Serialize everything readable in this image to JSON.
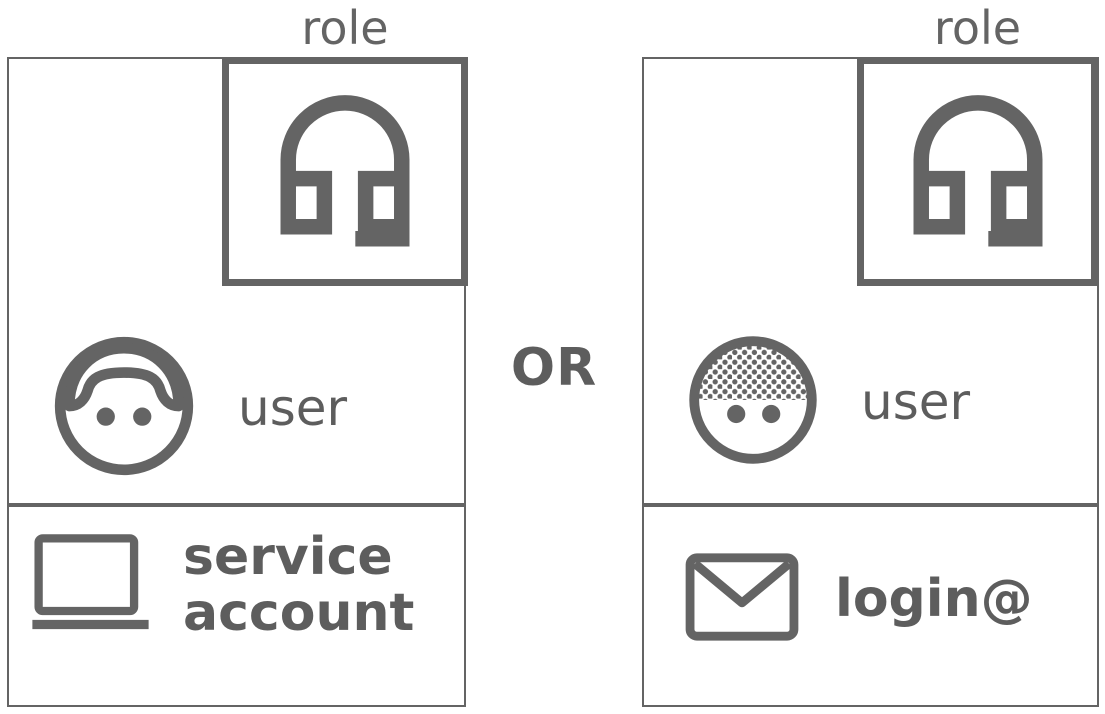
{
  "diagram": {
    "type": "option-comparison",
    "connector": {
      "label": "OR",
      "name": "or-connector"
    },
    "colors": {
      "stroke": "#646464",
      "text": "#5d5d5d",
      "background": "#ffffff"
    },
    "options": [
      {
        "id": "left",
        "role": {
          "label": "role",
          "icon": "headset-icon"
        },
        "rows": [
          {
            "icon": "user-face-bowlcut-icon",
            "label": "user"
          },
          {
            "icon": "laptop-icon",
            "label": "service\naccount"
          }
        ]
      },
      {
        "id": "right",
        "role": {
          "label": "role",
          "icon": "headset-icon"
        },
        "rows": [
          {
            "icon": "user-face-dotted-hair-icon",
            "label": "user"
          },
          {
            "icon": "envelope-icon",
            "label": "login@"
          }
        ]
      }
    ]
  }
}
